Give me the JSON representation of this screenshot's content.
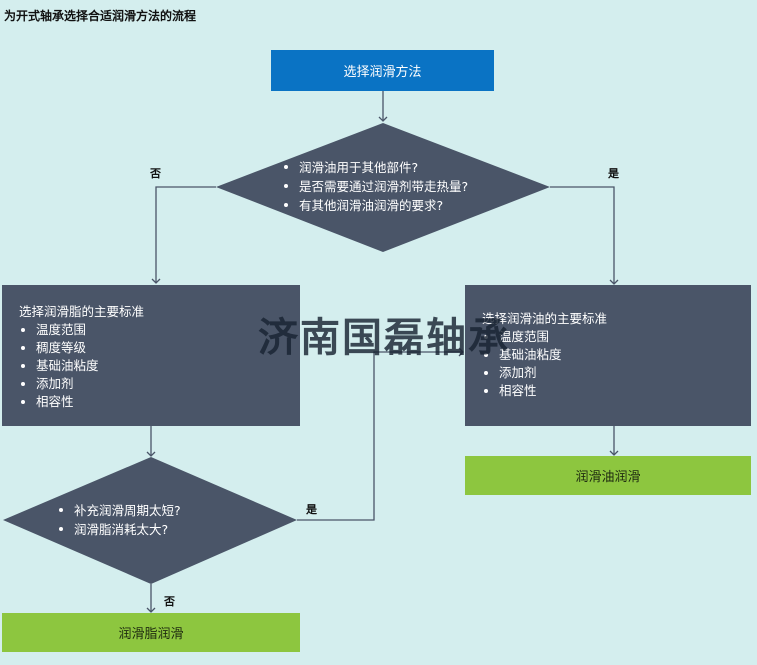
{
  "title": "为开式轴承选择合适润滑方法的流程",
  "start": {
    "label": "选择润滑方法"
  },
  "decision1": {
    "items": [
      "润滑油用于其他部件?",
      "是否需要通过润滑剂带走热量?",
      "有其他润滑油润滑的要求?"
    ],
    "no_label": "否",
    "yes_label": "是"
  },
  "grease_criteria": {
    "heading": "选择润滑脂的主要标准",
    "items": [
      "温度范围",
      "稠度等级",
      "基础油粘度",
      "添加剂",
      "相容性"
    ]
  },
  "oil_criteria": {
    "heading": "选择润滑油的主要标准",
    "items": [
      "温度范围",
      "基础油粘度",
      "添加剂",
      "相容性"
    ]
  },
  "oil_result": {
    "label": "润滑油润滑"
  },
  "decision2": {
    "items": [
      "补充润滑周期太短?",
      "润滑脂消耗太大?"
    ],
    "yes_label": "是",
    "no_label": "否"
  },
  "grease_result": {
    "label": "润滑脂润滑"
  },
  "watermark": "济南国磊轴承",
  "colors": {
    "background": "#d4eeee",
    "start_box": "#0a73c4",
    "dark_box": "#4a5568",
    "result_box": "#8dc63f",
    "connector": "#4a5568"
  }
}
